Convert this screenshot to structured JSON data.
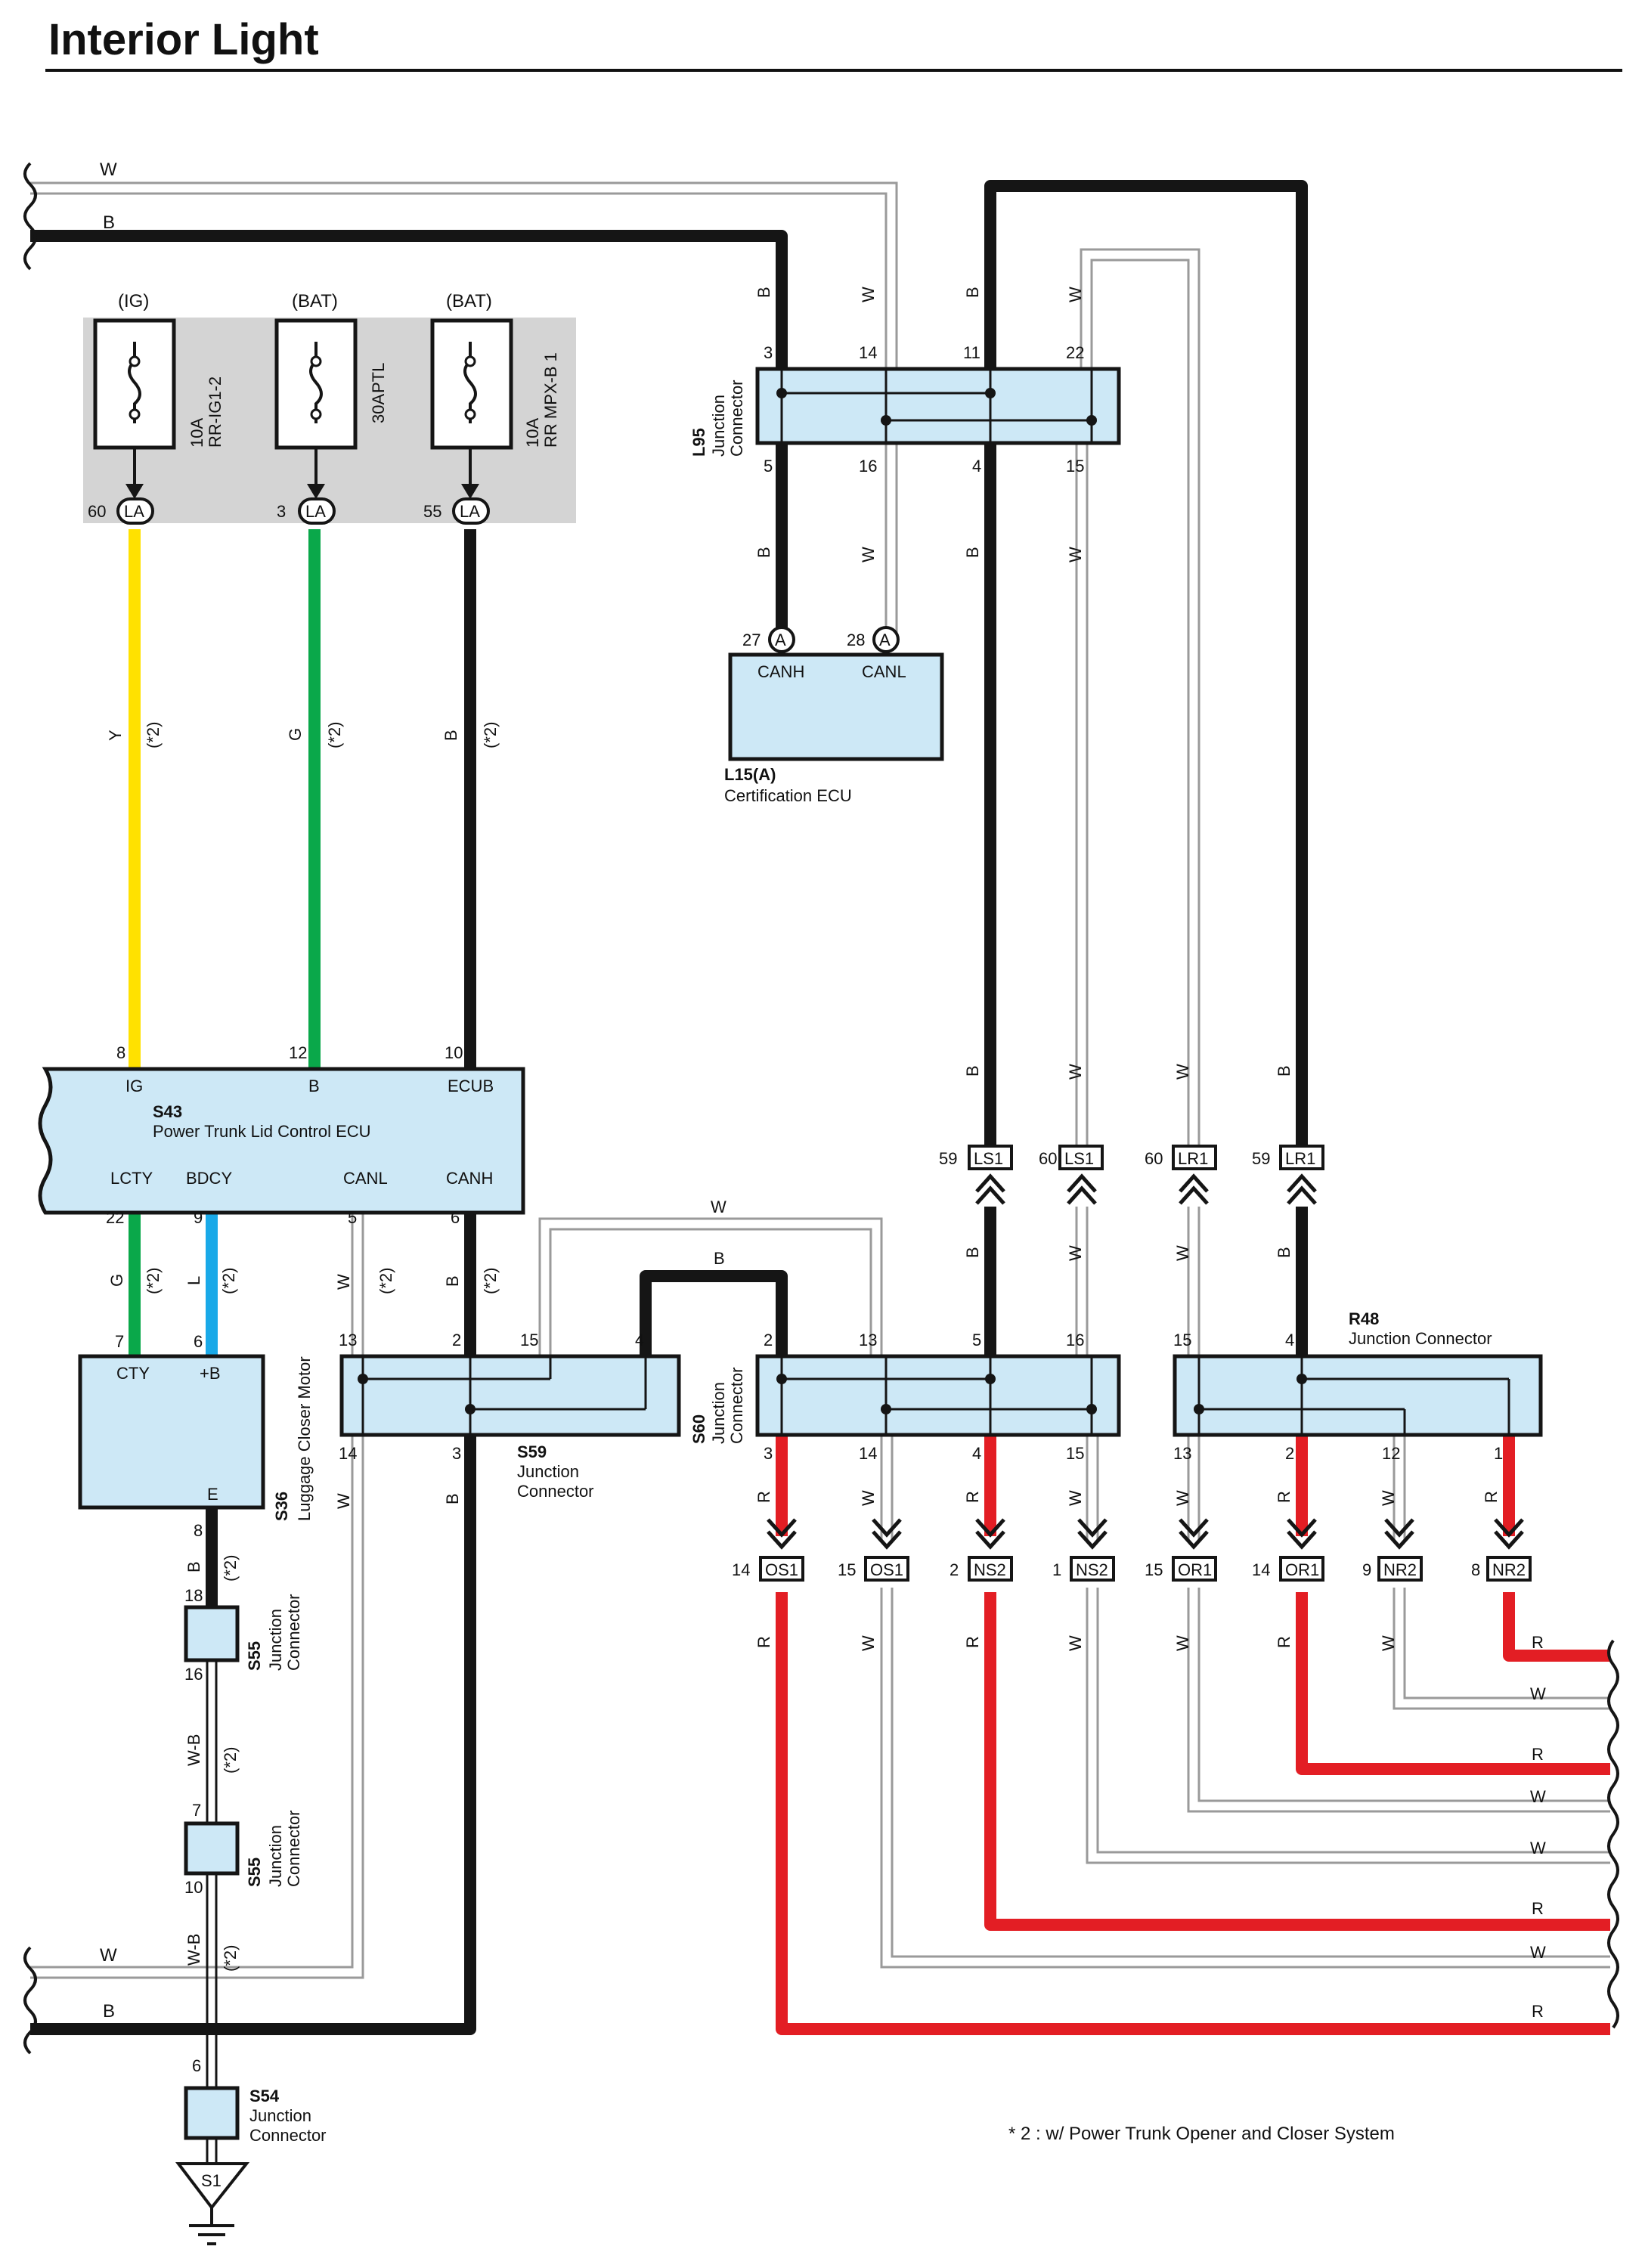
{
  "title": "Interior Light",
  "footnote": "* 2 : w/ Power Trunk Opener and Closer System",
  "colors": {
    "black": "#151515",
    "yellow": "#ffe100",
    "green": "#0aa84a",
    "blue": "#19a9e8",
    "red": "#e31e24",
    "white_wire": "#9a9a9a",
    "connector_fill": "#cde8f6",
    "fuse_block": "#d4d4d4"
  },
  "fuse_block": {
    "fuses": [
      {
        "supply": "(IG)",
        "amp": "10A",
        "name": "RR-IG1-2",
        "pin": "60",
        "conn": "LA"
      },
      {
        "supply": "(BAT)",
        "amp": "30A",
        "name": "PTL",
        "pin": "3",
        "conn": "LA"
      },
      {
        "supply": "(BAT)",
        "amp": "10A",
        "name": "RR MPX-B 1",
        "pin": "55",
        "conn": "LA"
      }
    ]
  },
  "wire_labels": {
    "W": "W",
    "B": "B",
    "Y": "Y",
    "G": "G",
    "L": "L",
    "R": "R",
    "WB": "W-B",
    "note": "(*2)"
  },
  "components": {
    "L95": {
      "code": "L95",
      "name1": "Junction",
      "name2": "Connector",
      "pins_top": [
        "3",
        "14",
        "11",
        "22"
      ],
      "pins_bottom": [
        "5",
        "16",
        "4",
        "15"
      ]
    },
    "L15": {
      "code": "L15(A)",
      "name": "Certification ECU",
      "pins": [
        "27",
        "28"
      ],
      "conn": "A",
      "labels": [
        "CANH",
        "CANL"
      ]
    },
    "S43": {
      "code": "S43",
      "name": "Power Trunk Lid Control ECU",
      "pins_top": [
        "8",
        "12",
        "10"
      ],
      "labels_top": [
        "IG",
        "B",
        "ECUB"
      ],
      "pins_bottom": [
        "22",
        "9",
        "5",
        "6"
      ],
      "labels_bottom": [
        "LCTY",
        "BDCY",
        "CANL",
        "CANH"
      ]
    },
    "S36": {
      "code": "S36",
      "name": "Luggage Closer Motor",
      "pins_top": [
        "7",
        "6"
      ],
      "labels_top": [
        "CTY",
        "+B"
      ],
      "pin_bottom": "8",
      "label_bottom": "E"
    },
    "S59": {
      "code": "S59",
      "name1": "Junction",
      "name2": "Connector",
      "pins_top": [
        "13",
        "2",
        "15",
        "4"
      ],
      "pins_bottom": [
        "14",
        "3"
      ]
    },
    "S60": {
      "code": "S60",
      "name1": "Junction",
      "name2": "Connector",
      "pins_top": [
        "2",
        "13",
        "5",
        "16"
      ],
      "pins_bottom": [
        "3",
        "14",
        "4",
        "15"
      ]
    },
    "R48": {
      "code": "R48",
      "name": "Junction Connector",
      "pins_top": [
        "15",
        "4"
      ],
      "pins_bottom": [
        "13",
        "2",
        "12",
        "1"
      ]
    },
    "S55a": {
      "code": "S55",
      "name1": "Junction",
      "name2": "Connector",
      "pins": [
        "18",
        "16"
      ]
    },
    "S55b": {
      "code": "S55",
      "name1": "Junction",
      "name2": "Connector",
      "pins": [
        "7",
        "10"
      ]
    },
    "S54": {
      "code": "S54",
      "name1": "Junction",
      "name2": "Connector",
      "pin": "6"
    },
    "S1": {
      "code": "S1"
    }
  },
  "upper_connectors": [
    {
      "pin": "59",
      "name": "LS1"
    },
    {
      "pin": "60",
      "name": "LS1"
    },
    {
      "pin": "60",
      "name": "LR1"
    },
    {
      "pin": "59",
      "name": "LR1"
    }
  ],
  "lower_connectors": [
    {
      "pin": "14",
      "name": "OS1"
    },
    {
      "pin": "15",
      "name": "OS1"
    },
    {
      "pin": "2",
      "name": "NS2"
    },
    {
      "pin": "1",
      "name": "NS2"
    },
    {
      "pin": "15",
      "name": "OR1"
    },
    {
      "pin": "14",
      "name": "OR1"
    },
    {
      "pin": "9",
      "name": "NR2"
    },
    {
      "pin": "8",
      "name": "NR2"
    }
  ]
}
